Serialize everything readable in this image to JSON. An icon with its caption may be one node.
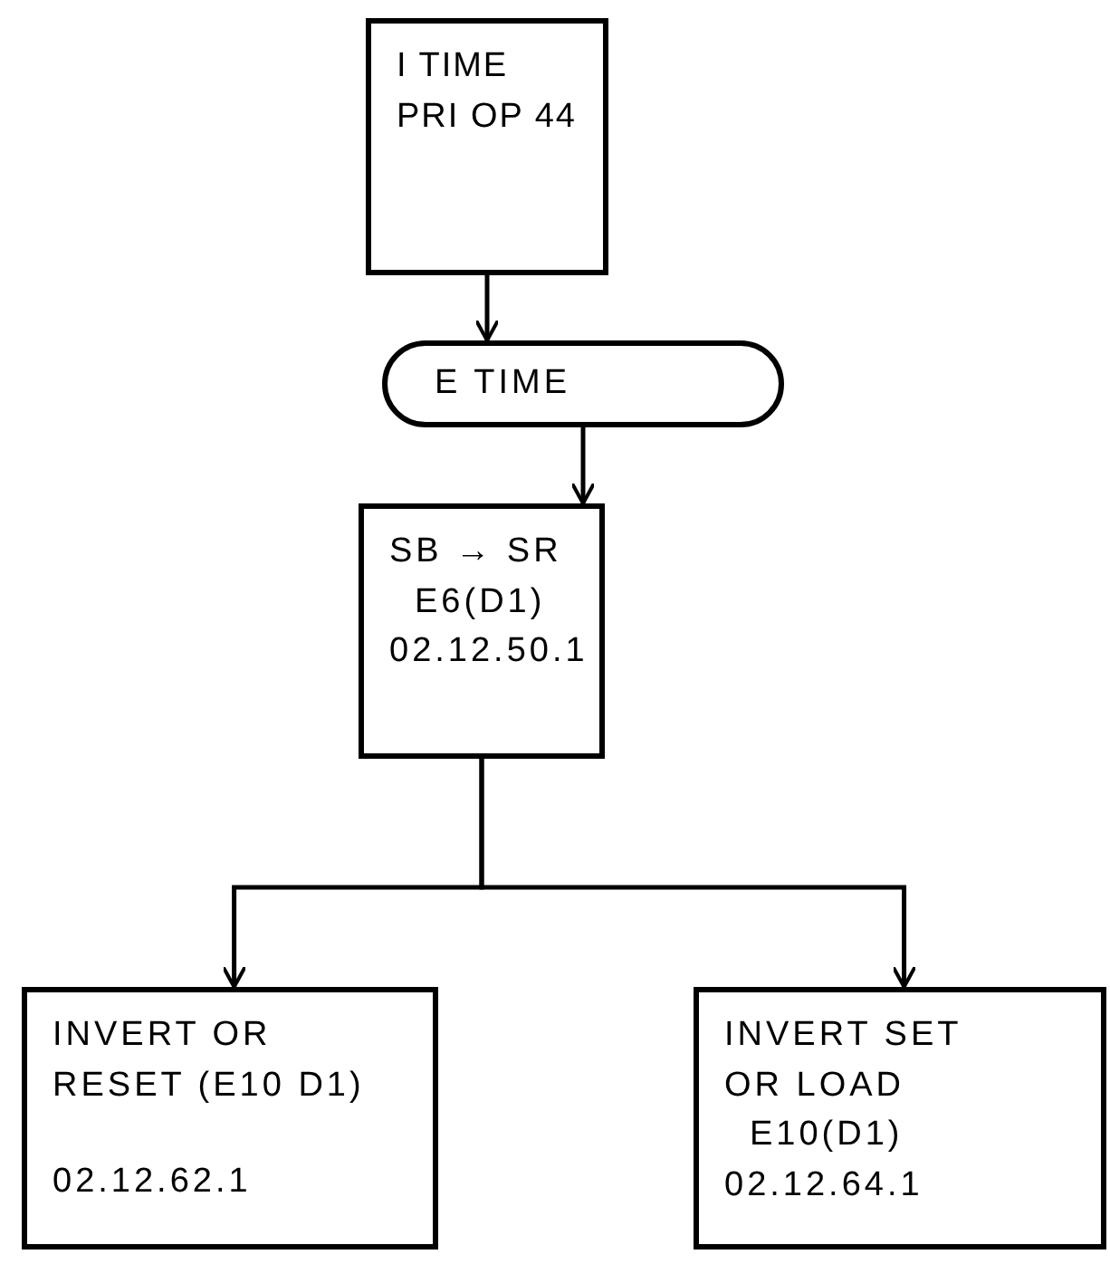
{
  "diagram": {
    "nodes": [
      {
        "text": [
          "I TIME",
          "PRI OP 44"
        ]
      },
      {
        "text": [
          "E TIME"
        ]
      },
      {
        "text": [
          "SB → SR",
          "E6(D1)",
          "02.12.50.1"
        ]
      },
      {
        "text": [
          "INVERT OR RESET (E10 D1)",
          "02.12.62.1"
        ]
      },
      {
        "text": [
          "INVERT SET OR LOAD",
          "E10(D1)",
          "02.12.64.1"
        ]
      }
    ],
    "edges": [
      {
        "from": 0,
        "to": 1,
        "arrow": "to"
      },
      {
        "from": 1,
        "to": 2,
        "arrow": "to"
      },
      {
        "from": 2,
        "to": 3,
        "arrow": "to"
      },
      {
        "from": 2,
        "to": 4,
        "arrow": "to"
      }
    ]
  }
}
